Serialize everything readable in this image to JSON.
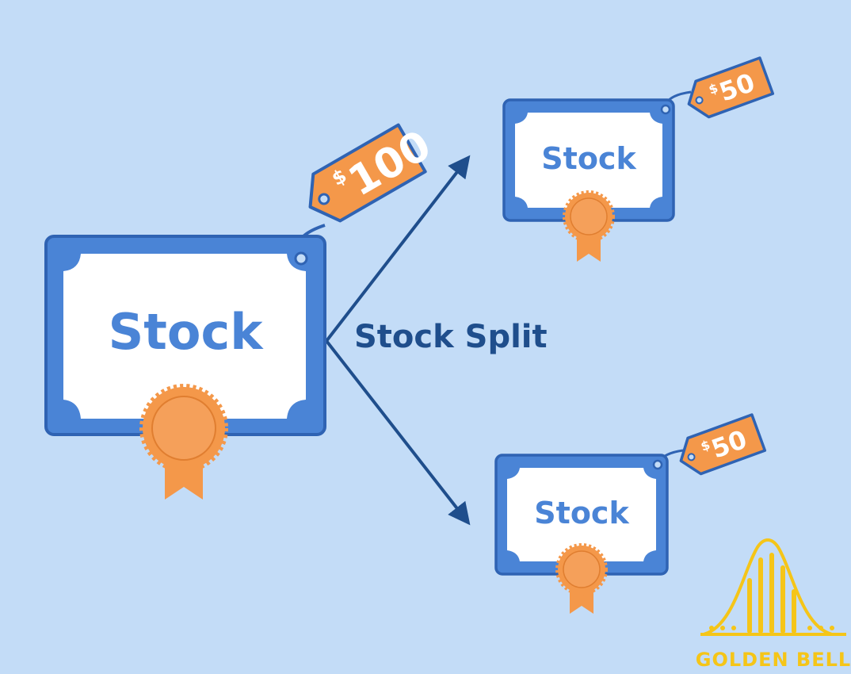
{
  "diagram": {
    "center_label": "Stock Split",
    "original": {
      "label": "Stock",
      "price_prefix": "$",
      "price_value": "100"
    },
    "result_top": {
      "label": "Stock",
      "price_prefix": "$",
      "price_value": "50"
    },
    "result_bottom": {
      "label": "Stock",
      "price_prefix": "$",
      "price_value": "50"
    }
  },
  "logo": {
    "text": "GOLDEN BELL"
  },
  "colors": {
    "background": "#c3dcf7",
    "certificate_frame": "#4a84d6",
    "certificate_border": "#2f63b3",
    "certificate_paper": "#ffffff",
    "tag": "#f4984a",
    "arrow": "#1f4e8c",
    "seal": "#f4984a",
    "logo": "#f5c518"
  }
}
